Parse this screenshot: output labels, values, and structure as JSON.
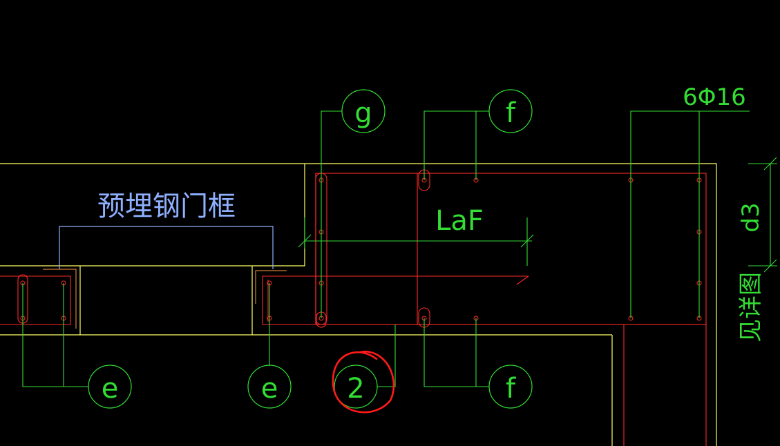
{
  "drawing": {
    "title_label": "预埋钢门框",
    "dimension_label": "LaF",
    "rebar_spec": "6Φ16",
    "detail_ref": "见详图",
    "detail_sub": "d3",
    "marker_circled": "2"
  },
  "markers": [
    {
      "id": "g-top",
      "text": "g"
    },
    {
      "id": "f-top",
      "text": "f"
    },
    {
      "id": "e-left",
      "text": "e"
    },
    {
      "id": "e-mid",
      "text": "e"
    },
    {
      "id": "f-bottom",
      "text": "f"
    }
  ],
  "colors": {
    "background": "#000000",
    "concrete_outline": "#ffff66",
    "rebar": "#ff2a2a",
    "leader": "#33dd33",
    "title_text": "#8fb0ff",
    "frame": "#8fb0ff",
    "highlight": "#ff1a1a"
  }
}
